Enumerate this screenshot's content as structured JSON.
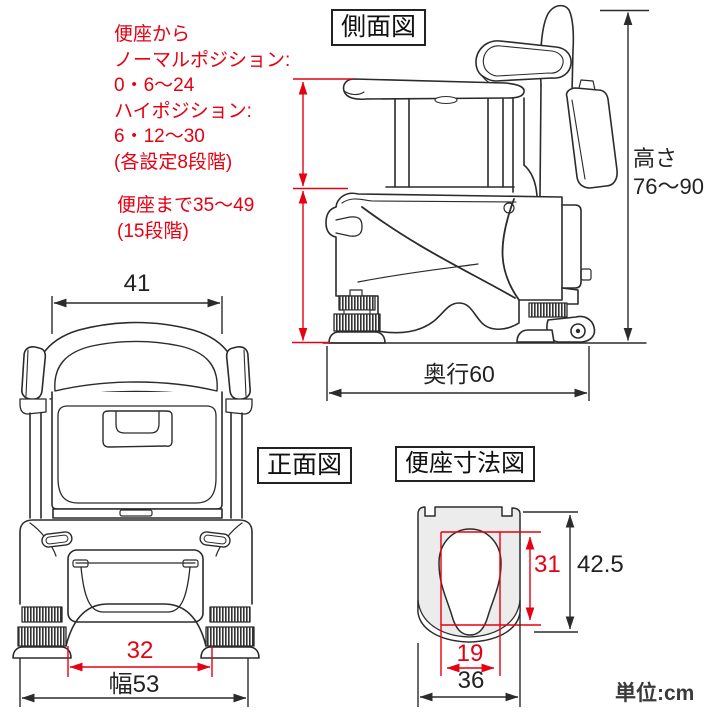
{
  "figure": {
    "side_view": {
      "label": "側面図",
      "seat_offset_note": [
        "便座から",
        "ノーマルポジション:",
        "0・6〜24",
        "ハイポジション:",
        "6・12〜30",
        "(各設定8段階)"
      ],
      "seat_height_note": [
        "便座まで35〜49",
        "(15段階)"
      ],
      "height_dim_label": "高さ",
      "height_dim_value": "76〜90",
      "depth_dim": "奥行60"
    },
    "front_view": {
      "label": "正面図",
      "top_width_dim": "41",
      "inner_width_dim": "32",
      "width_dim": "幅53"
    },
    "seat_view": {
      "label": "便座寸法図",
      "total_depth_dim": "42.5",
      "opening_depth_dim": "31",
      "opening_width_dim": "19",
      "width_dim": "36"
    },
    "unit_note": "単位:cm",
    "colors": {
      "dimension_red": "#e60012",
      "line_black": "#2b2b2b",
      "seat_fill": "#ececec"
    }
  }
}
